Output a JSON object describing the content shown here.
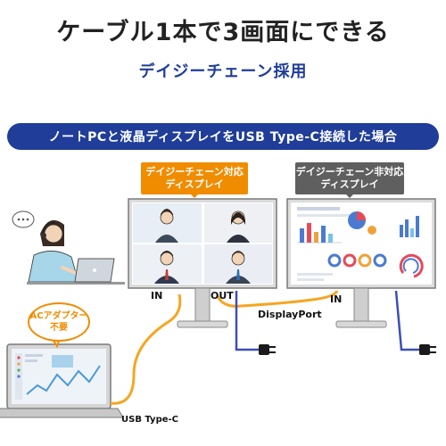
{
  "headline": "ケーブル1本で3画面にできる",
  "subheadline": "デイジーチェーン採用",
  "banner": "ノートPCと液晶ディスプレイをUSB Type-C接続した場合",
  "tags": {
    "supported": [
      "デイジーチェーン対応",
      "ディスプレイ"
    ],
    "unsupported": [
      "デイジーチェーン非対応",
      "ディスプレイ"
    ]
  },
  "callout": [
    "ACアダプター",
    "不要"
  ],
  "ports": {
    "in_left": "IN",
    "out": "OUT",
    "in_right": "IN"
  },
  "cables": {
    "displayport": "DisplayPort",
    "usb_c": "USB Type-C"
  },
  "colors": {
    "brand_blue": "#1f3d99",
    "accent_orange": "#f08c00",
    "tag_gray": "#5f5f5f",
    "power_cable": "#3b4fb8",
    "usb_cable": "#f5a623"
  }
}
